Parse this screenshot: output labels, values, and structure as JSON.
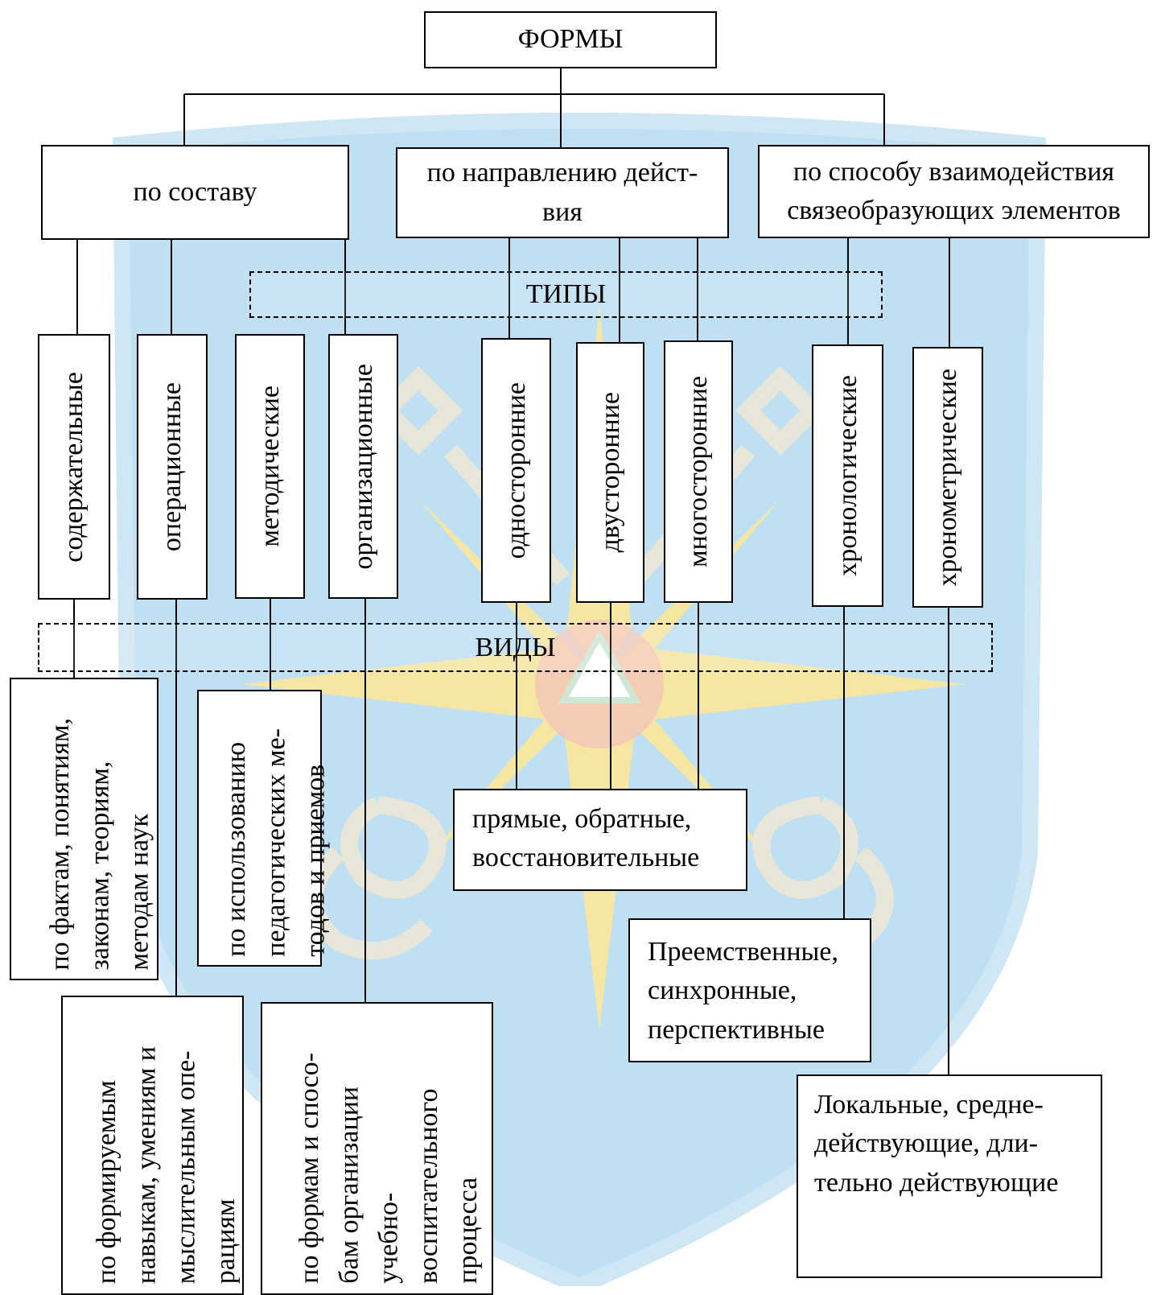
{
  "root": "ФОРМЫ",
  "criteria": [
    "по составу",
    "по направлению дейст-\nвия",
    "по способу взаимодействия\nсвязеобразующих элементов"
  ],
  "types_label": "ТИПЫ",
  "kinds_label": "ВИДЫ",
  "types": [
    "содержательные",
    "операционные",
    "методические",
    "организационные",
    "односторонние",
    "двусторонние",
    "многосторонние",
    "хронологические",
    "хронометрические"
  ],
  "kinds": {
    "content": "по фактам, понятиям,\nзаконам, теориям,\nметодам наук",
    "operational": "по формируемым\nнавыкам, умениям и\nмыслительным опе-\nрациям",
    "methodical": "по использованию\nпедагогических ме-\nтодов и приемов",
    "organizational": "по формам  и спосо-\nбам организации\nучебно-\nвоспитательного\nпроцесса",
    "direction": "прямые, обратные,\nвосстановительные",
    "chronological": "Преемственные,\nсинхронные,\nперспективные",
    "chronometric": "Локальные, средне-\nдействующие, дли-\nтельно действующие"
  },
  "colors": {
    "background_shield": "#bfe0f2",
    "shield_border": "#cfe7f5",
    "star": "#fbe79a",
    "ornament": "#ece7d6"
  }
}
